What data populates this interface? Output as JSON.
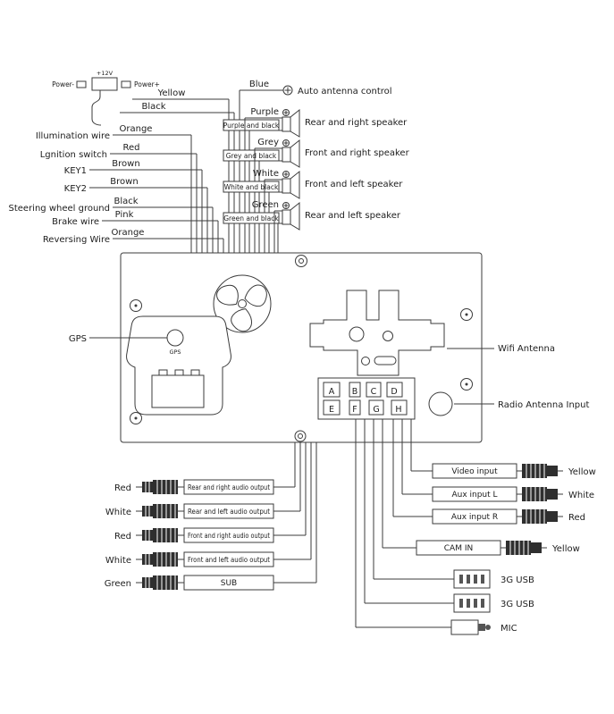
{
  "diagram": {
    "power": {
      "v12": "+12V",
      "minus": "Power-",
      "plus": "Power+"
    },
    "top_colors": {
      "yellow": "Yellow",
      "black": "Black"
    },
    "left_wires": [
      {
        "label": "Illumination wire",
        "color": "Orange"
      },
      {
        "label": "Lgnition switch",
        "color": "Red"
      },
      {
        "label": "KEY1",
        "color": "Brown"
      },
      {
        "label": "KEY2",
        "color": "Brown"
      },
      {
        "label": "Steering wheel ground",
        "color": "Black"
      },
      {
        "label": "Brake wire",
        "color": "Pink"
      },
      {
        "label": "Reversing Wire",
        "color": "Orange"
      }
    ],
    "antenna": {
      "color": "Blue",
      "label": "Auto antenna control"
    },
    "speakers": [
      {
        "wire1": "Purple",
        "wire2": "Purple and black",
        "label": "Rear and right speaker"
      },
      {
        "wire1": "Grey",
        "wire2": "Grey and black",
        "label": "Front and right speaker"
      },
      {
        "wire1": "White",
        "wire2": "White and black",
        "label": "Front and left speaker"
      },
      {
        "wire1": "Green",
        "wire2": "Green and black",
        "label": "Rear and left speaker"
      }
    ],
    "unit": {
      "gps_callout": "GPS",
      "gps_port": "GPS",
      "wifi": "Wifi Antenna",
      "radio": "Radio Antenna Input",
      "letters": [
        "A",
        "B",
        "C",
        "D",
        "E",
        "F",
        "G",
        "H"
      ]
    },
    "outputs": [
      {
        "color": "Red",
        "label": "Rear and right audio output"
      },
      {
        "color": "White",
        "label": "Rear and left audio output"
      },
      {
        "color": "Red",
        "label": "Front and right audio output"
      },
      {
        "color": "White",
        "label": "Front and left audio output"
      },
      {
        "color": "Green",
        "label": "SUB"
      }
    ],
    "inputs": [
      {
        "label": "Video input",
        "color": "Yellow"
      },
      {
        "label": "Aux input L",
        "color": "White"
      },
      {
        "label": "Aux input R",
        "color": "Red"
      }
    ],
    "cam": {
      "label": "CAM IN",
      "color": "Yellow"
    },
    "devices": [
      {
        "label": "3G USB"
      },
      {
        "label": "3G USB"
      },
      {
        "label": "MIC"
      }
    ]
  }
}
